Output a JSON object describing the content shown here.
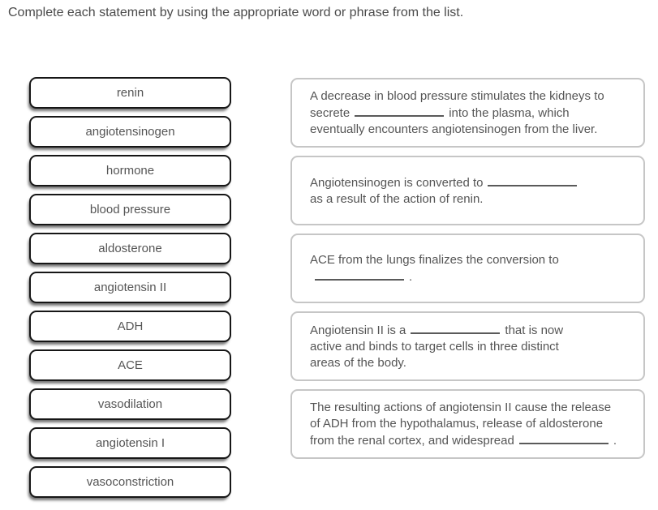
{
  "instruction": "Complete each statement by using the appropriate word or phrase from the list.",
  "word_bank": [
    "renin",
    "angiotensinogen",
    "hormone",
    "blood pressure",
    "aldosterone",
    "angiotensin II",
    "ADH",
    "ACE",
    "vasodilation",
    "angiotensin I",
    "vasoconstriction"
  ],
  "statements": [
    {
      "lines": [
        [
          {
            "text": "A decrease in blood pressure stimulates the kidneys to"
          }
        ],
        [
          {
            "text": "secrete"
          },
          {
            "blank": true
          },
          {
            "text": "into the plasma, which"
          }
        ],
        [
          {
            "text": "eventually encounters angiotensinogen from the liver."
          }
        ]
      ]
    },
    {
      "lines": [
        [
          {
            "text": "Angiotensinogen is converted to"
          },
          {
            "blank": true
          }
        ],
        [
          {
            "text": "as a result of the action of renin."
          }
        ]
      ]
    },
    {
      "lines": [
        [
          {
            "text": "ACE from the lungs finalizes the conversion to"
          }
        ],
        [
          {
            "blank": true
          },
          {
            "text": "."
          }
        ]
      ]
    },
    {
      "lines": [
        [
          {
            "text": "Angiotensin II is a"
          },
          {
            "blank": true
          },
          {
            "text": "that is now"
          }
        ],
        [
          {
            "text": "active and binds to target cells in three distinct"
          }
        ],
        [
          {
            "text": "areas of the body."
          }
        ]
      ]
    },
    {
      "lines": [
        [
          {
            "text": "The resulting actions of angiotensin II cause the release"
          }
        ],
        [
          {
            "text": "of ADH from the hypothalamus, release of aldosterone"
          }
        ],
        [
          {
            "text": "from the renal cortex, and widespread"
          },
          {
            "blank": true
          },
          {
            "text": "."
          }
        ]
      ]
    }
  ],
  "colors": {
    "tile_border": "#161616",
    "statement_border": "#c6c6c6",
    "text": "#555555",
    "instruction_text": "#4a4a4a",
    "background": "#ffffff"
  }
}
